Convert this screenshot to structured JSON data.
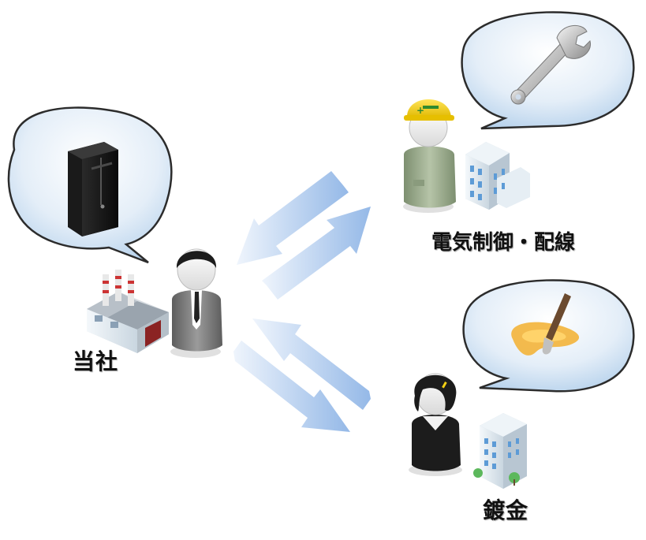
{
  "labels": {
    "self": "当社",
    "electric": "電気制御・配線",
    "plating": "鍍金"
  },
  "icons": {
    "self_bubble": "server-tower-icon",
    "electric_bubble": "wrench-icon",
    "plating_bubble": "paintbrush-icon",
    "self_building": "factory-icon",
    "partner_building": "office-building-icon"
  },
  "colors": {
    "bubble_fill": "#d6e7f6",
    "bubble_stroke": "#2c2c2c",
    "arrow": "#a9c7ec",
    "hard_hat": "#f2cf14",
    "suit": "#7f7f7f",
    "worker_uniform": "#9fb091",
    "building": "#e6eef4"
  }
}
